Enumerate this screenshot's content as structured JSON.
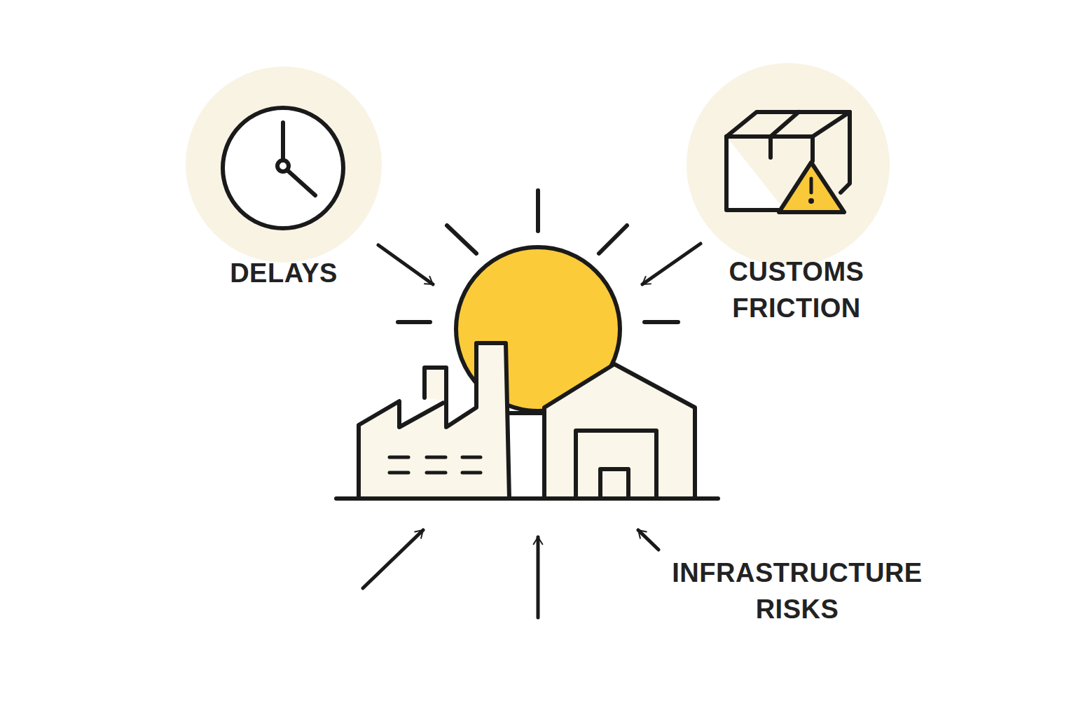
{
  "diagram": {
    "labels": [
      "DELAYS",
      "CUSTOMS FRICTION",
      "INFRASTRUCTURE RISKS"
    ]
  }
}
